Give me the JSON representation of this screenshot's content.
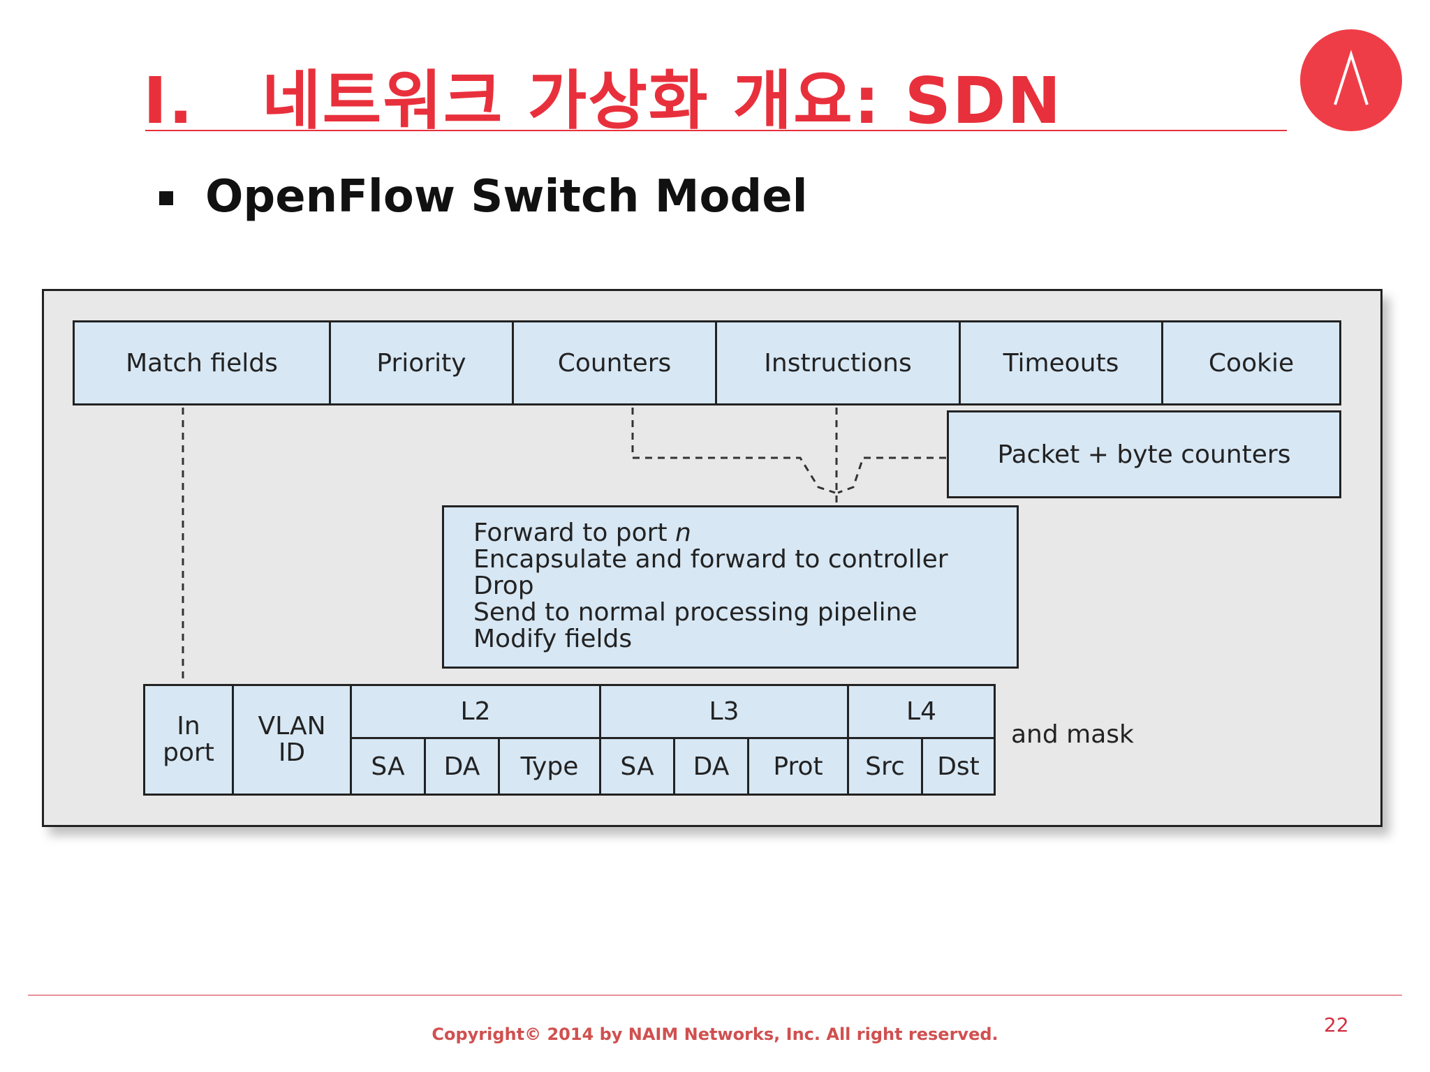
{
  "slide": {
    "title_num": "I.",
    "title_text": "네트워크 가상화 개요: SDN",
    "bullet": "OpenFlow Switch Model",
    "page_number": "22",
    "copyright": "Copyright© 2014 by NAIM Networks, Inc. All right reserved.",
    "accent_color": "#e8303c",
    "logo_icon": "caret-up-icon"
  },
  "diagram": {
    "flow_entry_fields": [
      "Match fields",
      "Priority",
      "Counters",
      "Instructions",
      "Timeouts",
      "Cookie"
    ],
    "counters_box": "Packet + byte counters",
    "instructions_list": {
      "line1_prefix": "Forward to port ",
      "line1_var": "n",
      "line2": "Encapsulate and forward to controller",
      "line3": "Drop",
      "line4": "Send to normal processing pipeline",
      "line5": "Modify fields"
    },
    "match_header": {
      "in_port": "In\nport",
      "vlan_id": "VLAN\nID",
      "l2": "L2",
      "l3": "L3",
      "l4": "L4",
      "l2_fields": [
        "SA",
        "DA",
        "Type"
      ],
      "l3_fields": [
        "SA",
        "DA",
        "Prot"
      ],
      "l4_fields": [
        "Src",
        "Dst"
      ]
    },
    "mask_label": "and mask",
    "box_color": "#d7e7f4",
    "panel_color": "#e8e8e8"
  }
}
